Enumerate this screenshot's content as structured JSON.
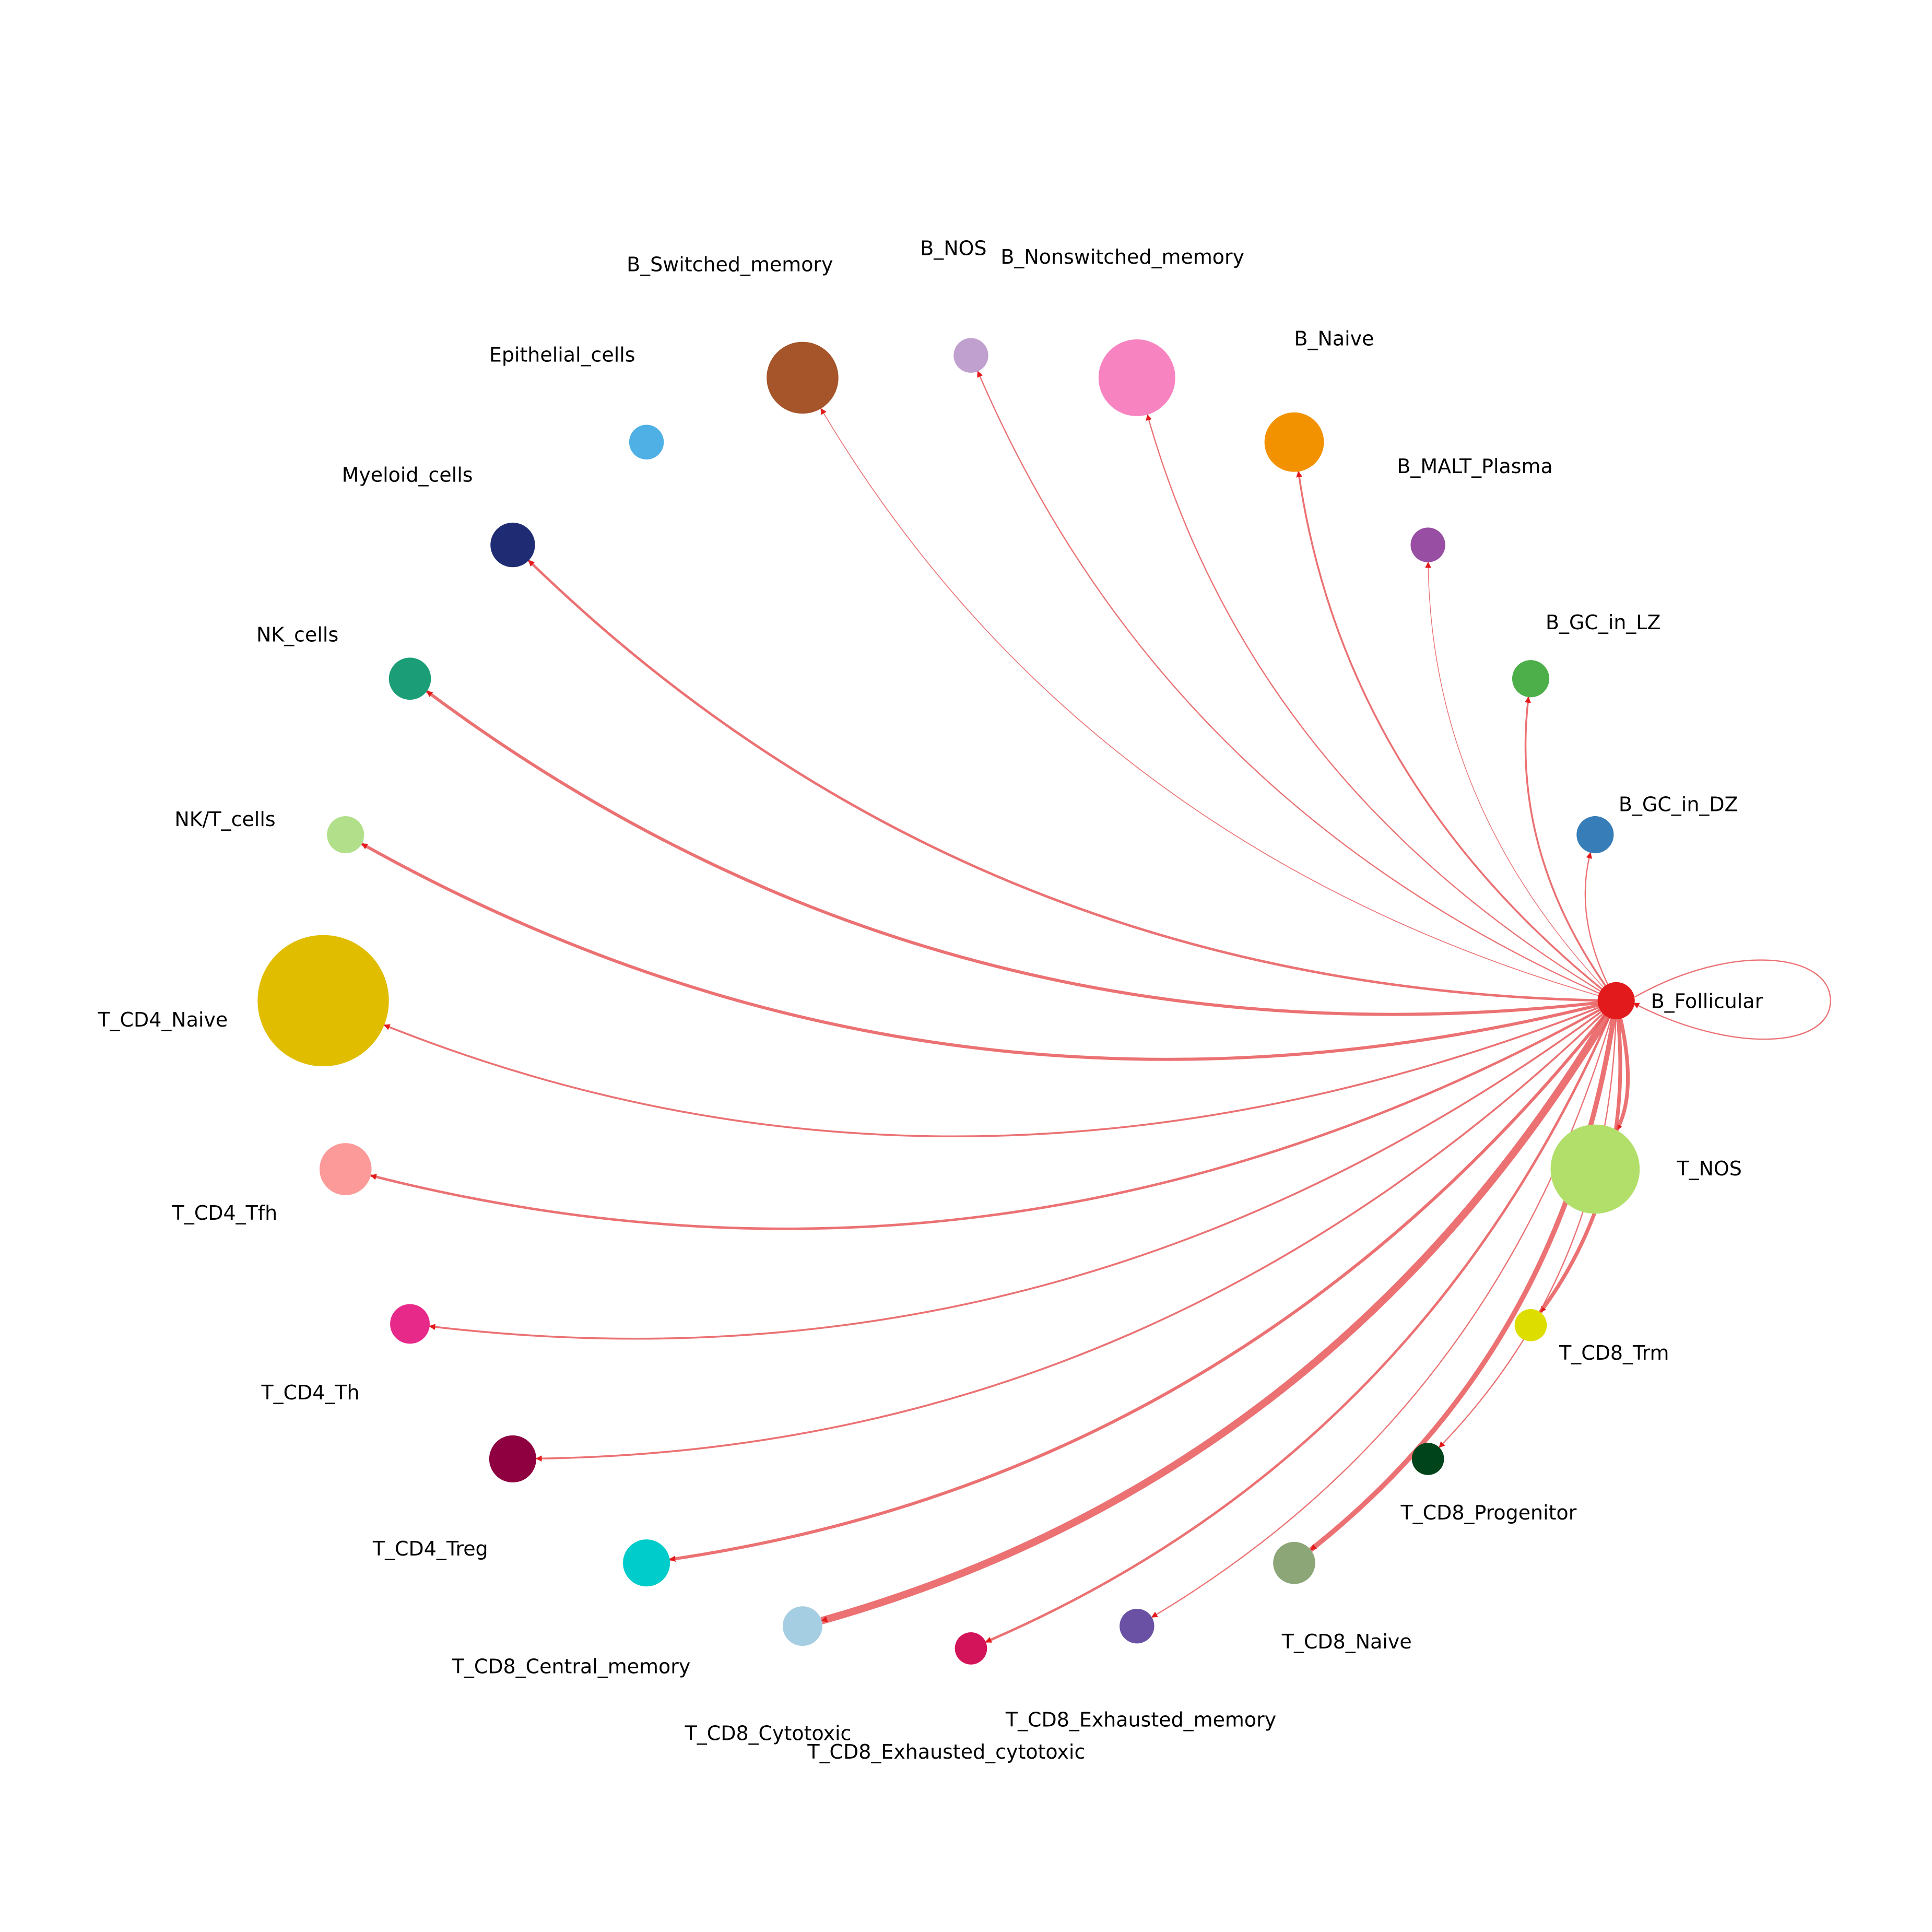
{
  "graph": {
    "type": "directed-network",
    "edge_color": "#e8585a",
    "source": "B_Follicular",
    "nodes": [
      {
        "id": "B_Follicular",
        "color": "#e31a1c",
        "size": 1
      },
      {
        "id": "T_NOS",
        "color": "#b2df6a",
        "size": 5.5
      },
      {
        "id": "T_CD8_Trm",
        "color": "#dddd00",
        "size": 0.8
      },
      {
        "id": "T_CD8_Progenitor",
        "color": "#00441b",
        "size": 0.8
      },
      {
        "id": "T_CD8_Naive",
        "color": "#8ca678",
        "size": 1.3
      },
      {
        "id": "T_CD8_Exhausted_memory",
        "color": "#6a51a3",
        "size": 0.9
      },
      {
        "id": "T_CD8_Exhausted_cytotoxic",
        "color": "#d4145a",
        "size": 0.8
      },
      {
        "id": "T_CD8_Cytotoxic",
        "color": "#a6cee3",
        "size": 1.2
      },
      {
        "id": "T_CD8_Central_memory",
        "color": "#00cccc",
        "size": 1.8
      },
      {
        "id": "T_CD4_Treg",
        "color": "#8e0040",
        "size": 1.6
      },
      {
        "id": "T_CD4_Th",
        "color": "#e7298a",
        "size": 1.2
      },
      {
        "id": "T_CD4_Tfh",
        "color": "#fb9a99",
        "size": 2
      },
      {
        "id": "T_CD4_Naive",
        "color": "#e1bd00",
        "size": 12
      },
      {
        "id": "NK/T_cells",
        "color": "#b2df8a",
        "size": 1
      },
      {
        "id": "NK_cells",
        "color": "#1b9e77",
        "size": 1.3
      },
      {
        "id": "Myeloid_cells",
        "color": "#1f2c73",
        "size": 1.4
      },
      {
        "id": "Epithelial_cells",
        "color": "#4fb0e5",
        "size": 0.9
      },
      {
        "id": "B_Switched_memory",
        "color": "#a6552a",
        "size": 3.6
      },
      {
        "id": "B_NOS",
        "color": "#bfa0cf",
        "size": 0.9
      },
      {
        "id": "B_Nonswitched_memory",
        "color": "#f783c0",
        "size": 4.2
      },
      {
        "id": "B_Naive",
        "color": "#f39200",
        "size": 2.5
      },
      {
        "id": "B_MALT_Plasma",
        "color": "#984ea3",
        "size": 0.9
      },
      {
        "id": "B_GC_in_LZ",
        "color": "#4daf4a",
        "size": 1
      },
      {
        "id": "B_GC_in_DZ",
        "color": "#377eb8",
        "size": 1
      }
    ],
    "edges": [
      {
        "target": "B_Follicular",
        "weight": 1
      },
      {
        "target": "T_NOS",
        "weight": 3
      },
      {
        "target": "T_CD8_Trm",
        "weight": 3
      },
      {
        "target": "T_CD8_Progenitor",
        "weight": 1
      },
      {
        "target": "T_CD8_Naive",
        "weight": 4
      },
      {
        "target": "T_CD8_Exhausted_memory",
        "weight": 1
      },
      {
        "target": "T_CD8_Exhausted_cytotoxic",
        "weight": 2
      },
      {
        "target": "T_CD8_Cytotoxic",
        "weight": 6
      },
      {
        "target": "T_CD8_Central_memory",
        "weight": 2.5
      },
      {
        "target": "T_CD4_Treg",
        "weight": 1.5
      },
      {
        "target": "T_CD4_Th",
        "weight": 1.5
      },
      {
        "target": "T_CD4_Tfh",
        "weight": 2
      },
      {
        "target": "T_CD4_Naive",
        "weight": 1.5
      },
      {
        "target": "NK/T_cells",
        "weight": 2.5
      },
      {
        "target": "NK_cells",
        "weight": 2.5
      },
      {
        "target": "Myeloid_cells",
        "weight": 2
      },
      {
        "target": "B_Switched_memory",
        "weight": 0.7
      },
      {
        "target": "B_NOS",
        "weight": 1
      },
      {
        "target": "B_Nonswitched_memory",
        "weight": 1
      },
      {
        "target": "B_Naive",
        "weight": 1.5
      },
      {
        "target": "B_MALT_Plasma",
        "weight": 0.5
      },
      {
        "target": "B_GC_in_LZ",
        "weight": 1.5
      },
      {
        "target": "B_GC_in_DZ",
        "weight": 1
      }
    ]
  }
}
